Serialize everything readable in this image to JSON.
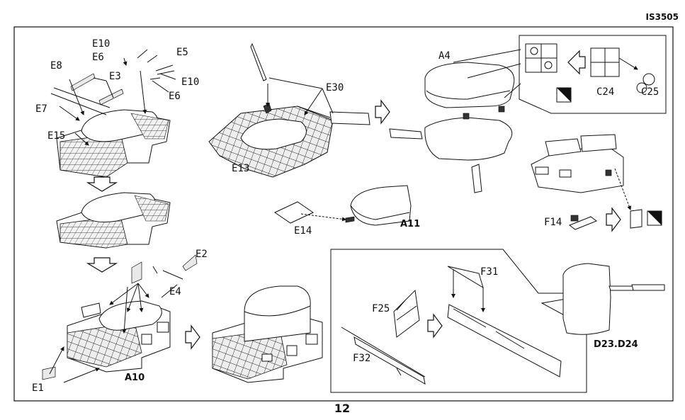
{
  "header": {
    "kit_code": "IS3505"
  },
  "footer": {
    "page_number": "12"
  },
  "labels": {
    "e10_top": "E10",
    "e6_top": "E6",
    "e5": "E5",
    "e8": "E8",
    "e3": "E3",
    "e10_right": "E10",
    "e6_right": "E6",
    "e7": "E7",
    "e15": "E15",
    "e30": "E30",
    "e13": "E13",
    "a4": "A4",
    "c24": "C24",
    "c25": "C25",
    "e14": "E14",
    "a11": "A11",
    "f14": "F14",
    "e2": "E2",
    "e4": "E4",
    "e1": "E1",
    "a10": "A10",
    "f31": "F31",
    "f25": "F25",
    "f32": "F32",
    "d23_d24": "D23.D24"
  }
}
